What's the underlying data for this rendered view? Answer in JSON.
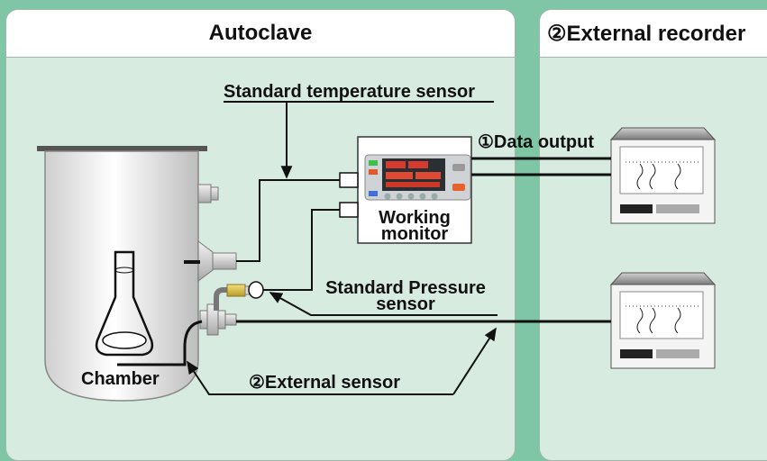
{
  "panels": {
    "autoclave_title": "Autoclave",
    "recorder_title": "②External  recorder"
  },
  "labels": {
    "standard_temperature_sensor": "Standard temperature sensor",
    "data_output": "①Data output",
    "working_monitor_line1": "Working",
    "working_monitor_line2": "monitor",
    "standard_pressure_sensor_line1": "Standard Pressure",
    "standard_pressure_sensor_line2": "sensor",
    "chamber": "Chamber",
    "external_sensor": "②External sensor"
  },
  "colors": {
    "background": "#7fc6a6",
    "panel": "#d7ebe0",
    "line": "#111111"
  },
  "icons": [
    "chamber-vessel-icon",
    "flask-icon",
    "working-monitor-icon",
    "recorder-icon",
    "pressure-gauge-icon"
  ]
}
